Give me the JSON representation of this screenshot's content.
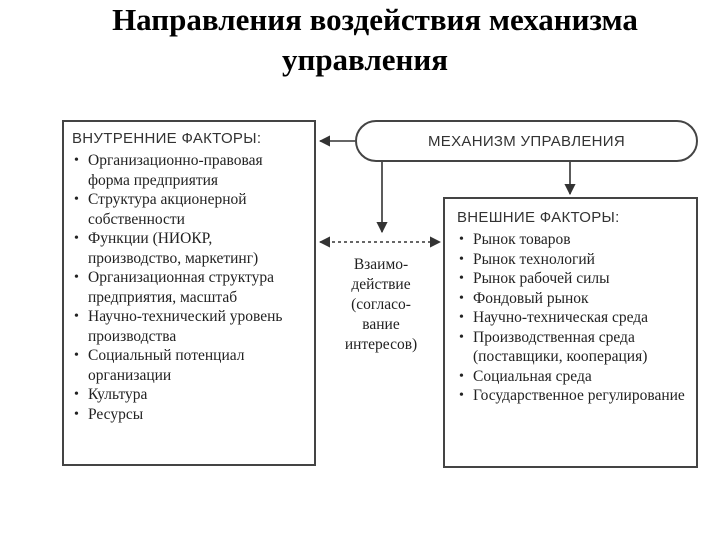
{
  "title": {
    "line1": "Направления воздействия механизма",
    "line2": "управления"
  },
  "mechanism": {
    "label": "МЕХАНИЗМ УПРАВЛЕНИЯ"
  },
  "internal_factors": {
    "heading": "ВНУТРЕННИЕ ФАКТОРЫ:",
    "items": [
      "Организационно-правовая форма предприятия",
      "Структура акционерной собственности",
      "Функции (НИОКР, производство, маркетинг)",
      "Организационная структура предприятия, масштаб",
      "Научно-технический уровень производства",
      "Социальный потенциал организации",
      "Культура",
      "Ресурсы"
    ]
  },
  "external_factors": {
    "heading": "ВНЕШНИЕ ФАКТОРЫ:",
    "items": [
      "Рынок товаров",
      "Рынок технологий",
      "Рынок рабочей силы",
      "Фондовый рынок",
      "Научно-техническая среда",
      "Производственная среда (поставщики, кооперация)",
      "Социальная среда",
      "Государственное регулирование"
    ]
  },
  "interaction": {
    "label": "Взаимо-\nдействие\n(согласо-\nвание\nинтересов)"
  }
}
